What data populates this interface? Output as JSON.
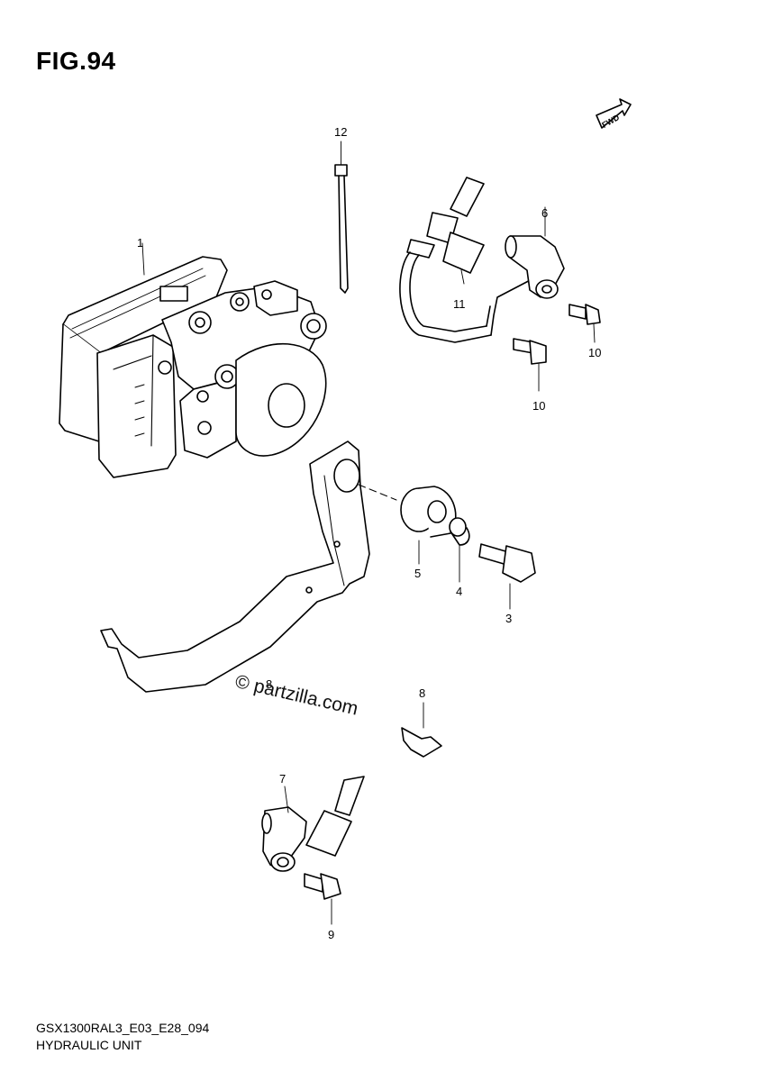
{
  "figure": {
    "title": "FIG.94",
    "model_code": "GSX1300RAL3_E03_E28_094",
    "section_name": "HYDRAULIC UNIT",
    "watermark": "© partzilla.com",
    "fwd_label": "FWD"
  },
  "callouts": [
    "1",
    "3",
    "4",
    "5",
    "6",
    "7",
    "8",
    "8",
    "9",
    "10",
    "10",
    "11",
    "12"
  ]
}
